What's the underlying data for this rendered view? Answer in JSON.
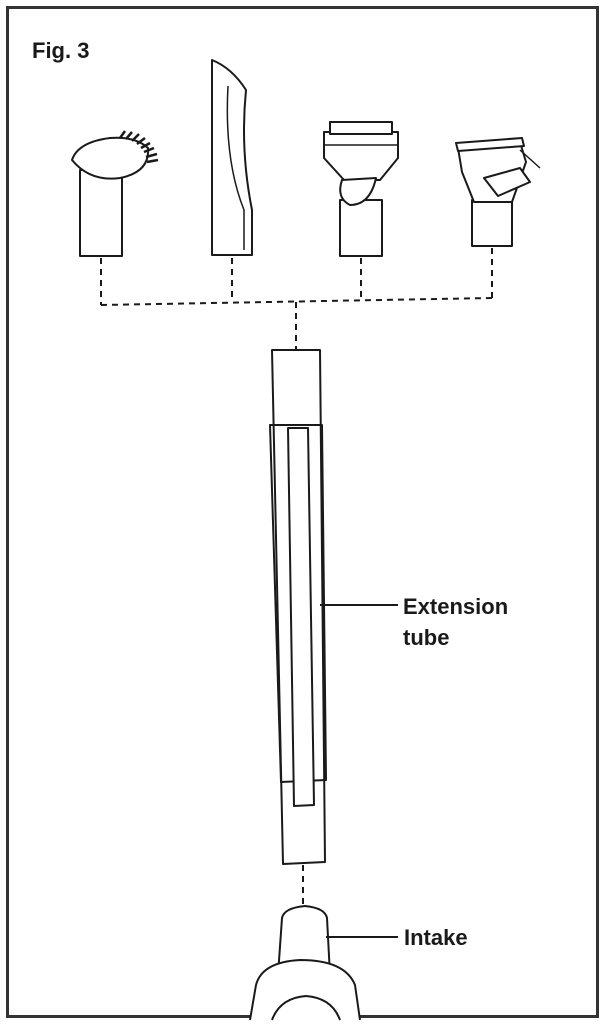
{
  "figure": {
    "title": "Fig. 3"
  },
  "labels": {
    "extension_tube_line1": "Extension",
    "extension_tube_line2": "tube",
    "intake": "Intake"
  },
  "colors": {
    "stroke": "#1a1a1a",
    "frame": "#333333",
    "background": "#ffffff"
  },
  "parts": [
    "dusting-brush-icon",
    "crevice-tool-icon",
    "upholstery-tool-icon",
    "pet-tool-icon",
    "extension-tube",
    "intake"
  ]
}
